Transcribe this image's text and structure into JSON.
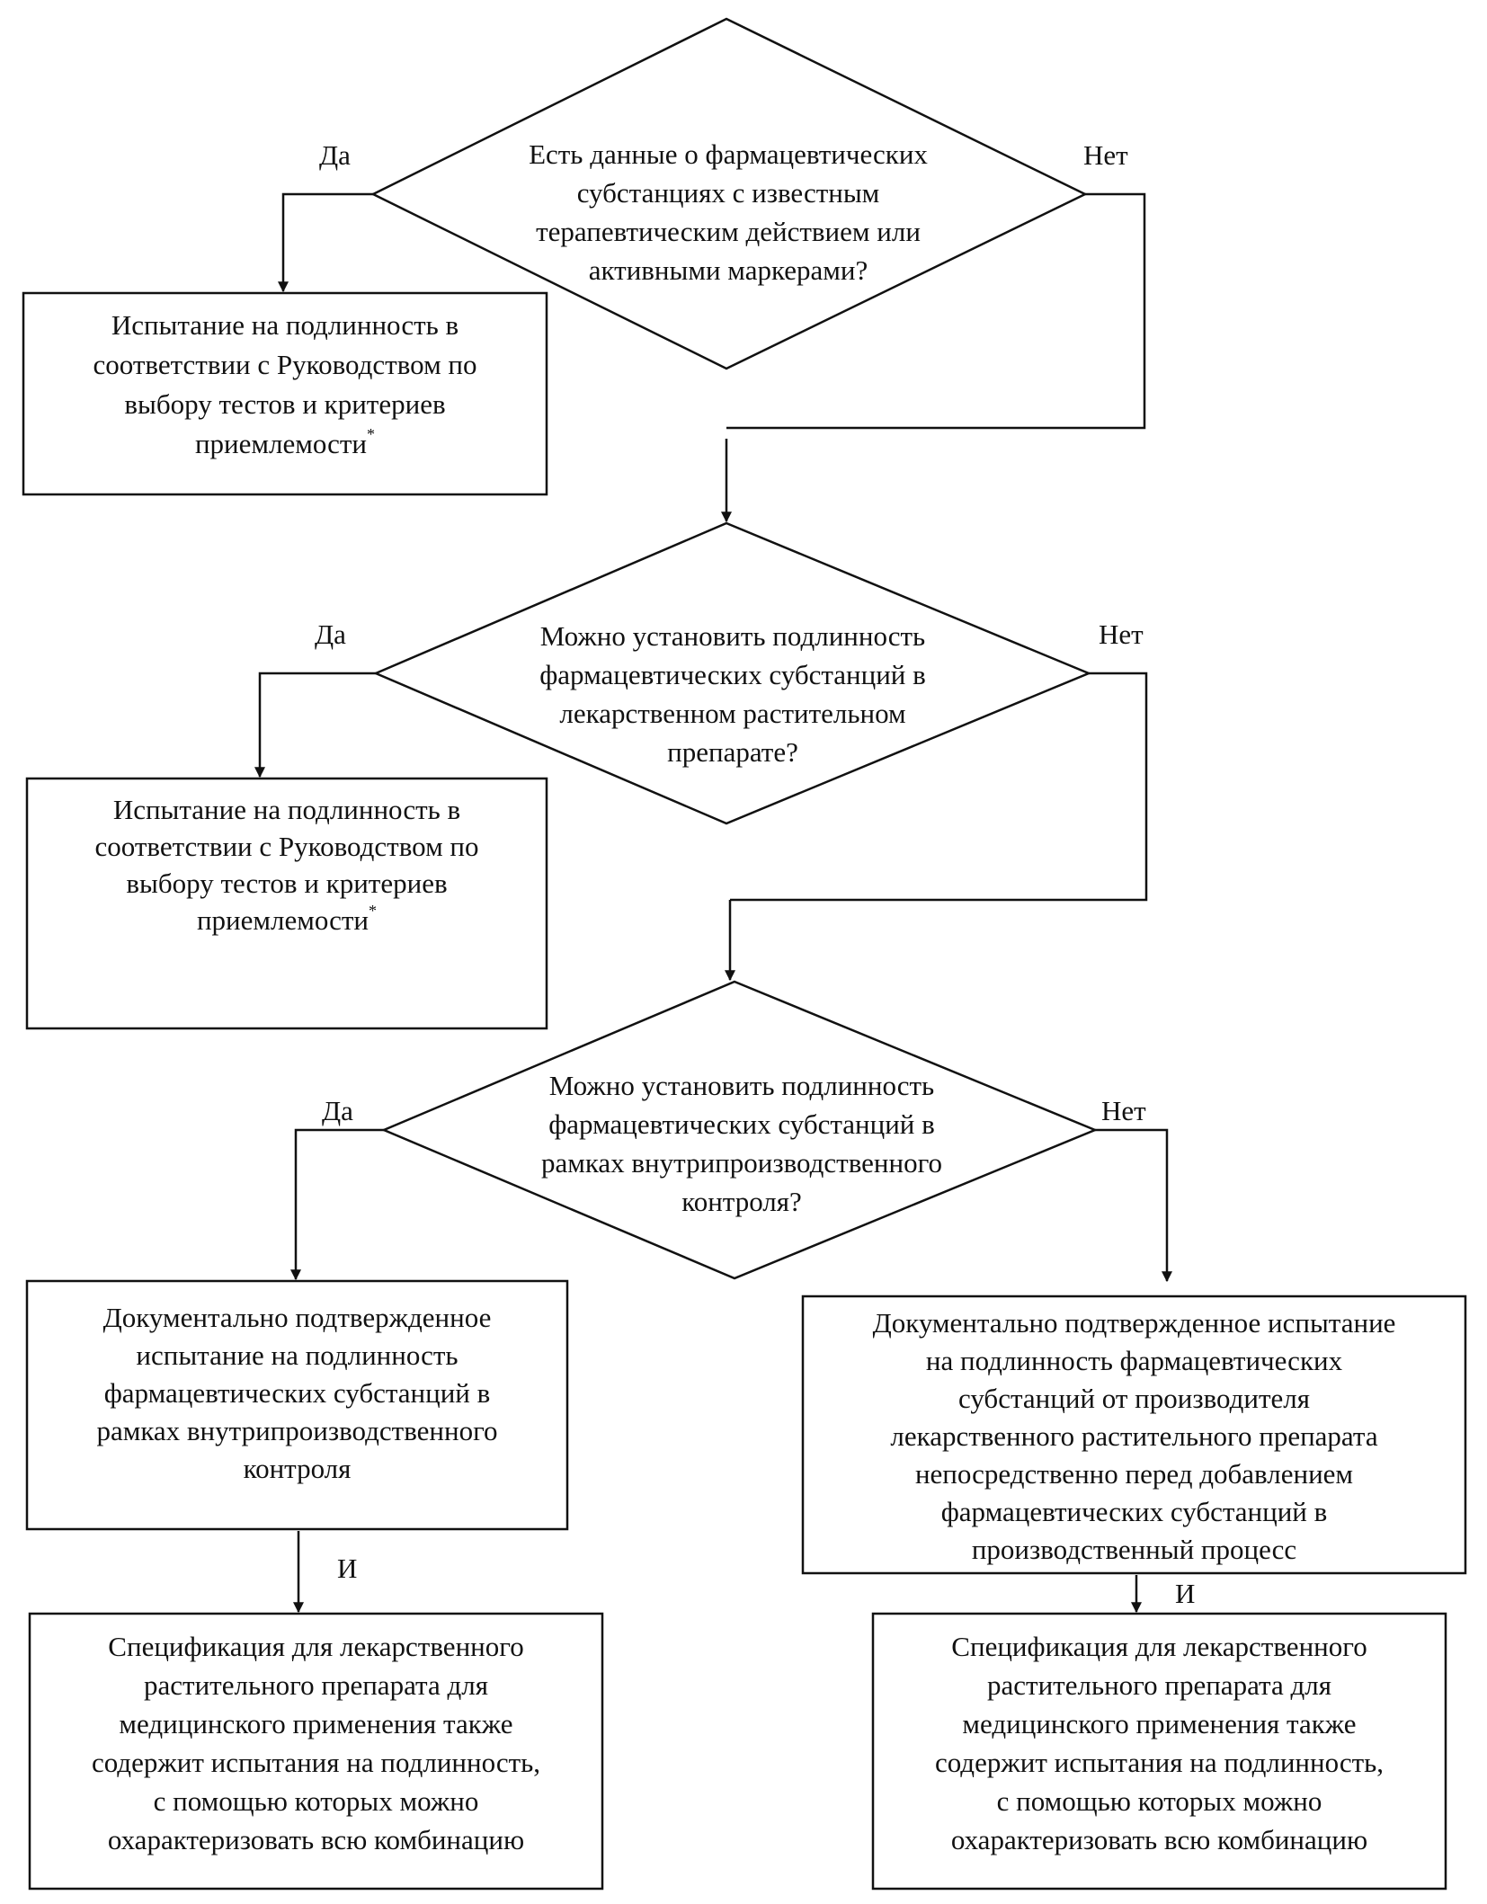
{
  "decisions": [
    {
      "question": "Есть данные о фармацевтических\nсубстанциях с известным\nтерапевтическим действием или\nактивными маркерами?",
      "yes_label": "Да",
      "no_label": "Нет"
    },
    {
      "question": "Можно установить подлинность\nфармацевтических субстанций в\nлекарственном растительном\nпрепарате?",
      "yes_label": "Да",
      "no_label": "Нет"
    },
    {
      "question": "Можно установить подлинность\nфармацевтических субстанций в\nрамках внутрипроизводственного\nконтроля?",
      "yes_label": "Да",
      "no_label": "Нет"
    }
  ],
  "boxes": {
    "identity_test_1": "Испытание на подлинность в\nсоответствии с Руководством по\nвыбору тестов и критериев\nприемлемости",
    "identity_test_2": "Испытание на подлинность в\nсоответствии с Руководством по\nвыбору тестов и критериев\nприемлемости",
    "footnote_mark": "*",
    "documented_inprocess": "Документально подтвержденное\nиспытание на подлинность\nфармацевтических субстанций в\nрамках внутрипроизводственного\nконтроля",
    "documented_manufacturer": "Документально подтвержденное испытание\nна подлинность фармацевтических\nсубстанций от производителя\nлекарственного растительного препарата\nнепосредственно перед добавлением\nфармацевтических субстанций в\nпроизводственный процесс",
    "spec_left": "Спецификация для лекарственного\nрастительного препарата для\nмедицинского применения также\nсодержит испытания на подлинность,\nс помощью которых можно\nохарактеризовать всю комбинацию",
    "spec_right": "Спецификация для лекарственного\nрастительного препарата для\nмедицинского применения также\nсодержит испытания на подлинность,\nс помощью которых можно\nохарактеризовать всю комбинацию"
  },
  "connectors": {
    "and_left": "И",
    "and_right": "И"
  }
}
